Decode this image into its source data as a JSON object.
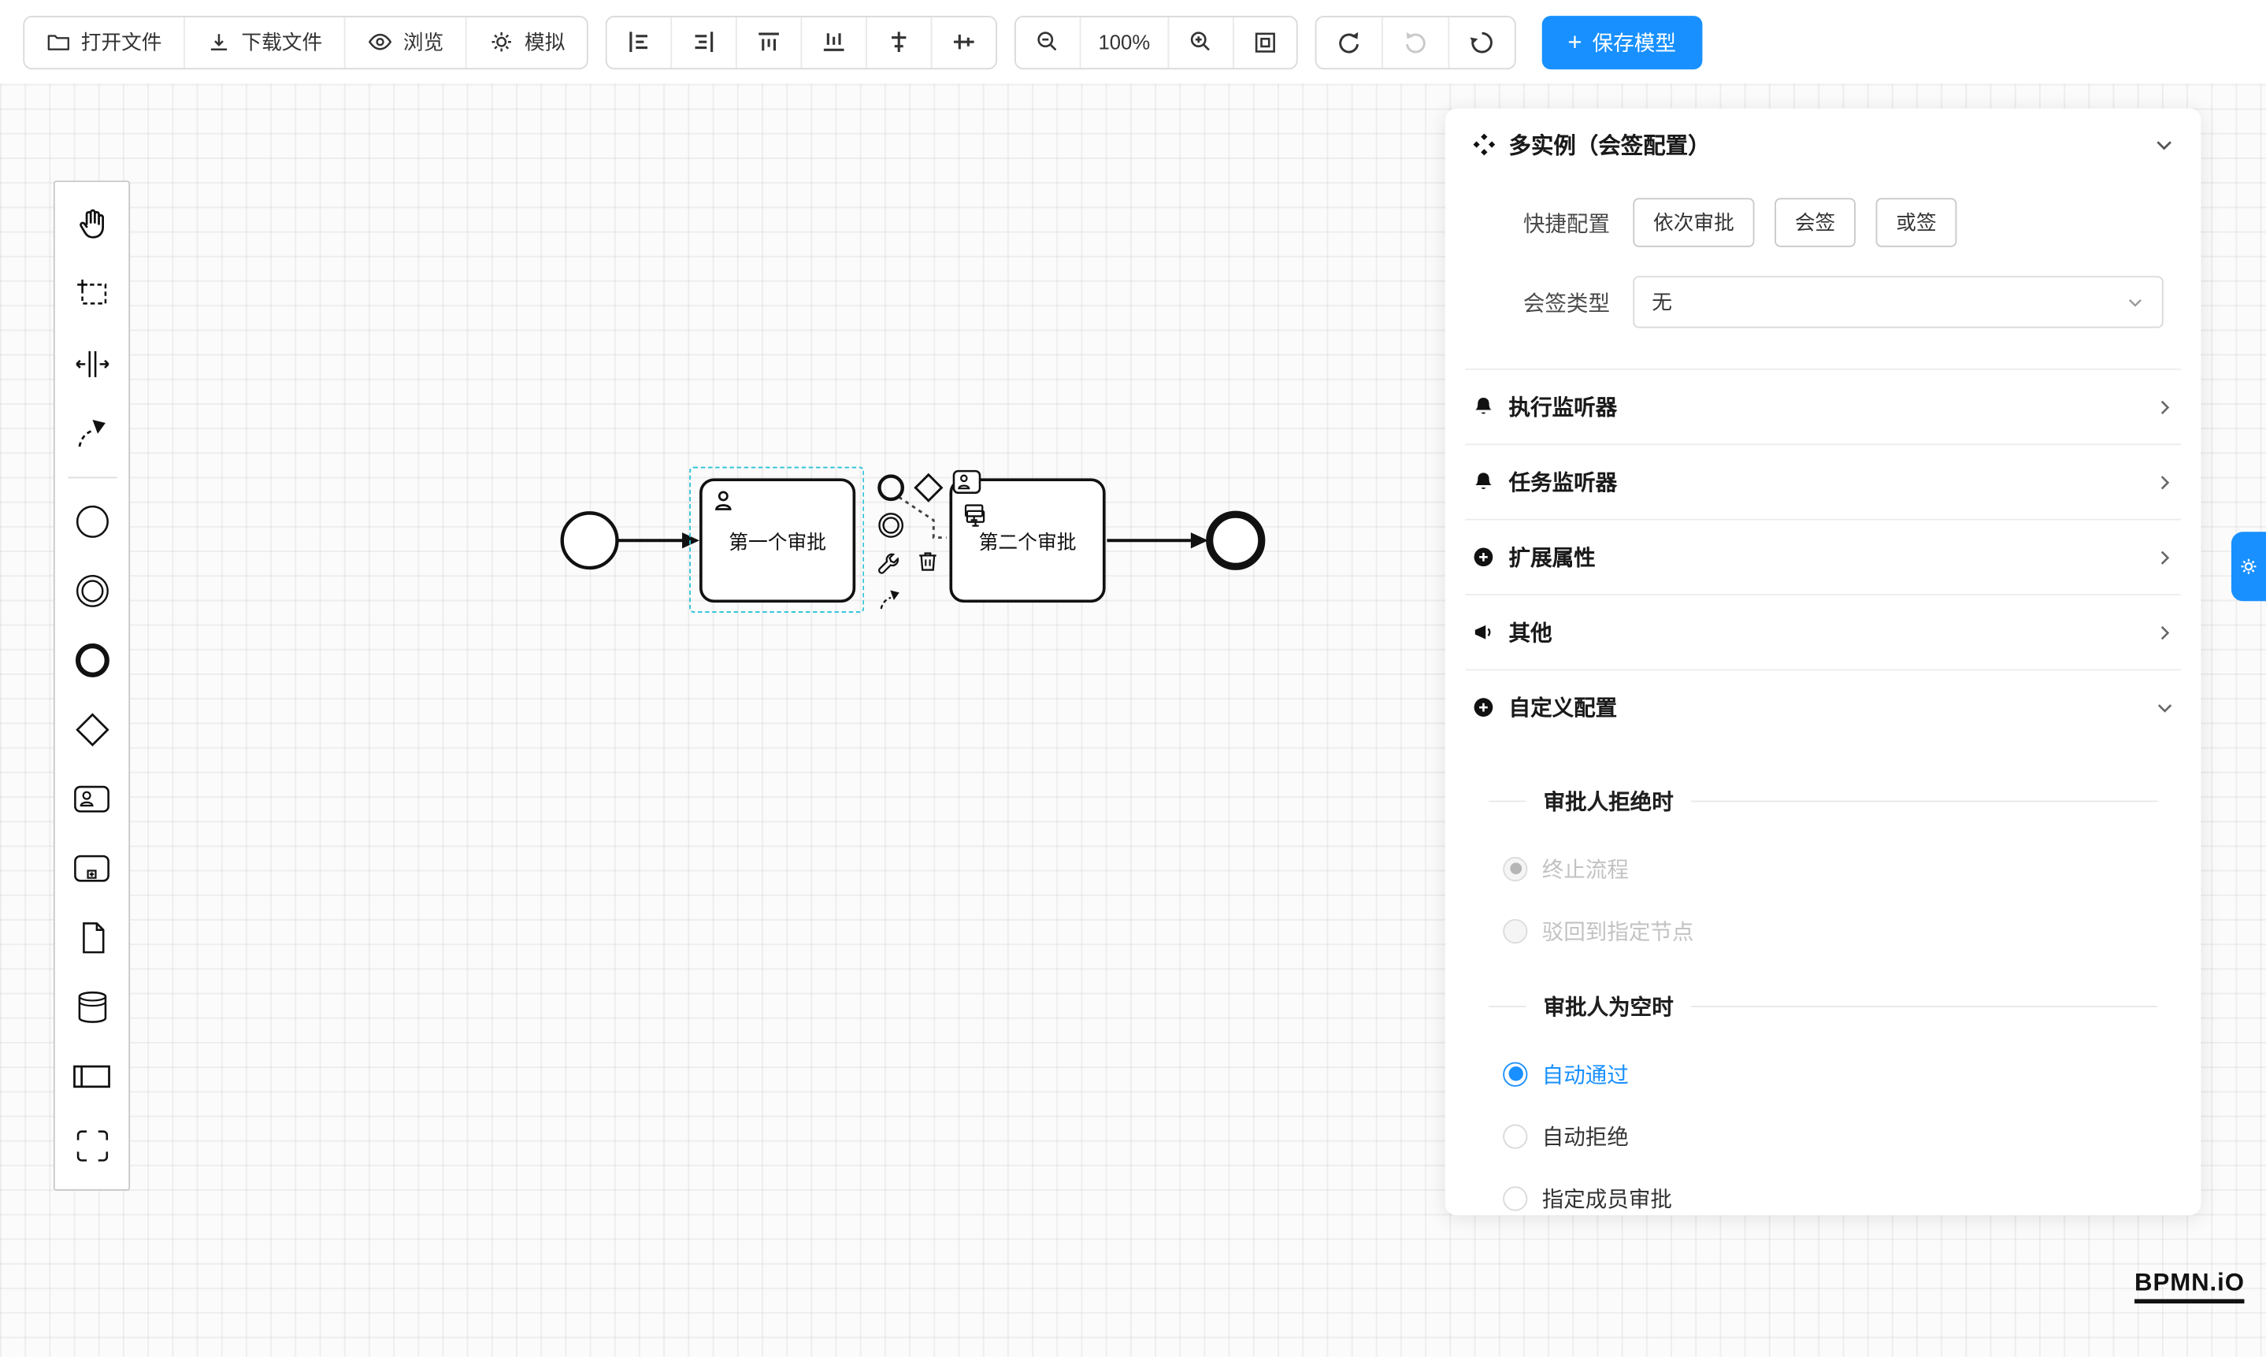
{
  "toolbar": {
    "file_buttons": [
      {
        "label": "打开文件",
        "icon": "folder-open-icon"
      },
      {
        "label": "下载文件",
        "icon": "download-icon"
      },
      {
        "label": "浏览",
        "icon": "eye-icon"
      },
      {
        "label": "模拟",
        "icon": "gear-icon"
      }
    ],
    "align_tools": [
      "align-left-icon",
      "align-right-icon",
      "align-top-icon",
      "align-bottom-icon",
      "align-center-horizontal-icon",
      "align-center-vertical-icon"
    ],
    "zoom": {
      "out": "zoom-out-icon",
      "level": "100%",
      "in": "zoom-in-icon",
      "fit": "fit-viewport-icon"
    },
    "history": [
      "undo-icon",
      "redo-icon",
      "restart-icon"
    ],
    "save_button": {
      "plus": "+",
      "label": "保存模型"
    }
  },
  "palette": {
    "tools": [
      "hand-tool",
      "lasso-tool",
      "space-tool",
      "global-connect-tool",
      "start-event",
      "intermediate-event",
      "end-event",
      "gateway",
      "user-task",
      "subprocess",
      "data-object",
      "data-store",
      "participant",
      "group"
    ]
  },
  "canvas": {
    "tasks": [
      {
        "label": "第一个审批"
      },
      {
        "label": "第二个审批"
      }
    ]
  },
  "panel": {
    "title": "多实例（会签配置）",
    "quick_config": {
      "label": "快捷配置",
      "options": [
        "依次审批",
        "会签",
        "或签"
      ]
    },
    "sign_type": {
      "label": "会签类型",
      "value": "无"
    },
    "collapse_sections": [
      "执行监听器",
      "任务监听器",
      "扩展属性",
      "其他",
      "自定义配置"
    ],
    "reject_group": {
      "title": "审批人拒绝时",
      "options": [
        {
          "label": "终止流程",
          "checked": true,
          "disabled": true
        },
        {
          "label": "驳回到指定节点",
          "checked": false,
          "disabled": true
        }
      ]
    },
    "empty_group": {
      "title": "审批人为空时",
      "options": [
        {
          "label": "自动通过",
          "checked": true
        },
        {
          "label": "自动拒绝",
          "checked": false
        },
        {
          "label": "指定成员审批",
          "checked": false
        }
      ]
    }
  },
  "watermark": "BPMN.iO",
  "colors": {
    "accent": "#1890ff",
    "selection": "#2bc3d8"
  }
}
